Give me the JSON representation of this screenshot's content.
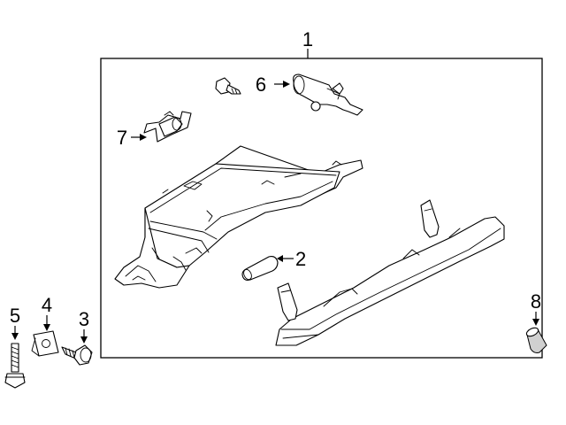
{
  "diagram": {
    "callouts": [
      {
        "id": "1",
        "label": "1"
      },
      {
        "id": "2",
        "label": "2"
      },
      {
        "id": "3",
        "label": "3"
      },
      {
        "id": "4",
        "label": "4"
      },
      {
        "id": "5",
        "label": "5"
      },
      {
        "id": "6",
        "label": "6"
      },
      {
        "id": "7",
        "label": "7"
      },
      {
        "id": "8",
        "label": "8"
      }
    ],
    "colors": {
      "line": "#000000",
      "background": "#ffffff",
      "shade": "#d0d0d0"
    }
  }
}
